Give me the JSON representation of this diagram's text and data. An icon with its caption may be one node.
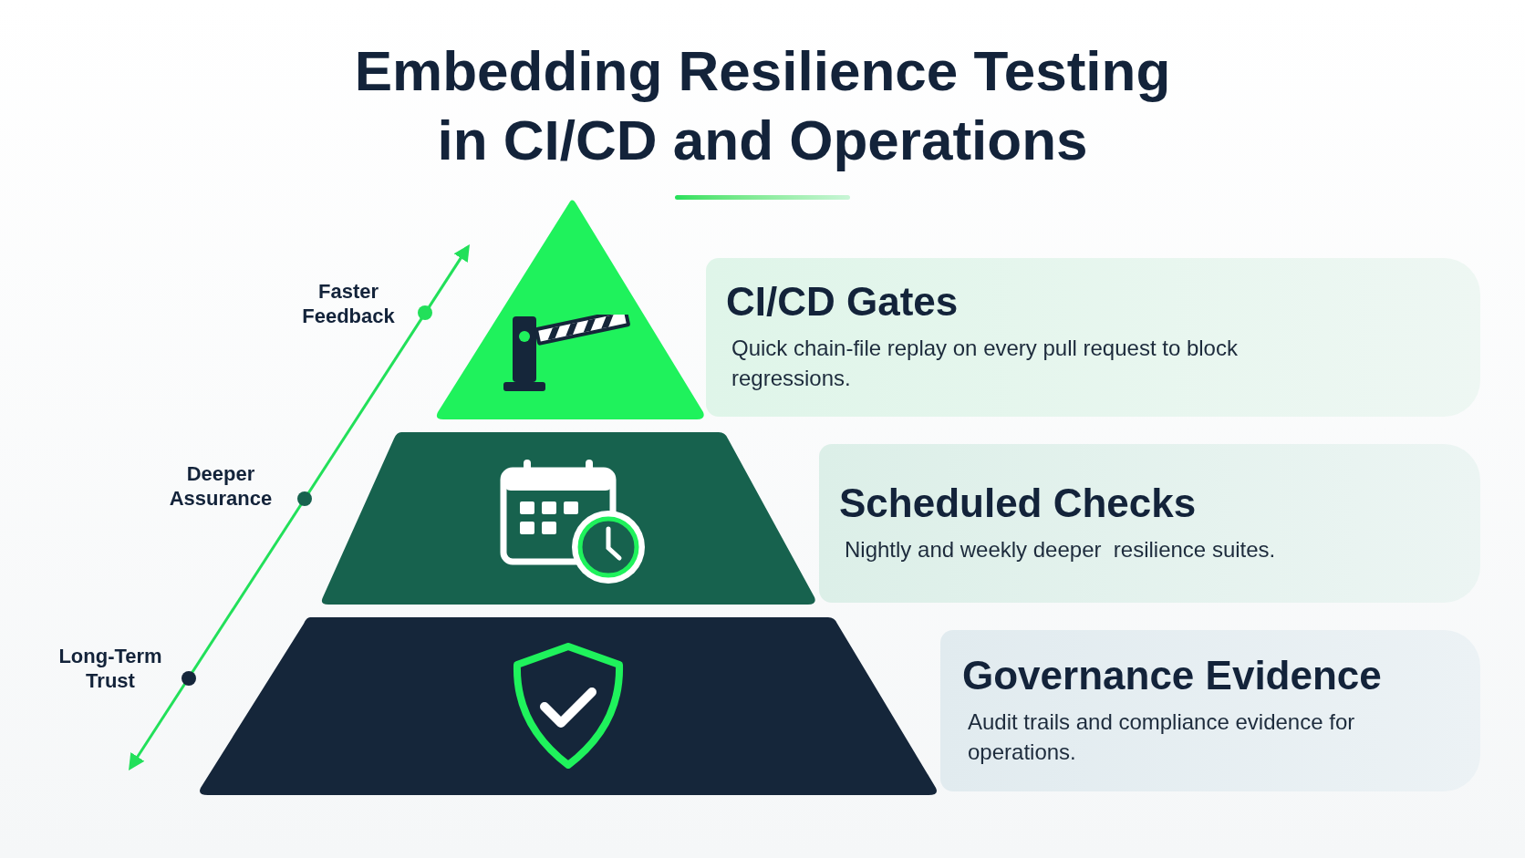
{
  "diagram": {
    "title": "Embedding **Resilience Testing** in CI/CD and Operations",
    "nodes": [
      {
        "text": [
          "CI/CD Gates",
          "Quick chain-file replay on every pull request to block regressions."
        ]
      },
      {
        "text": [
          "Scheduled Checks",
          "Nightly and weekly deeper  resilience suites."
        ]
      },
      {
        "text": [
          "Governance Evidence",
          "Audit trails and compliance evidence for operations."
        ]
      }
    ],
    "labels": [
      "Faster Feedback",
      "Deeper Assurance",
      "Long-Term Trust"
    ]
  }
}
